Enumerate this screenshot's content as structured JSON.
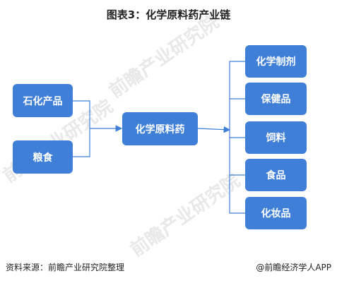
{
  "title": "图表3：化学原料药产业链",
  "upstream": [
    "石化产品",
    "粮食"
  ],
  "center": "化学原料药",
  "downstream": [
    "化学制剂",
    "保健品",
    "饲料",
    "食品",
    "化妆品"
  ],
  "watermark": "前瞻产业研究院",
  "footer": {
    "source": "资料来源：前瞻产业研究院整理",
    "brand": "@前瞻经济学人APP"
  },
  "colors": {
    "box": "#3f7fd8",
    "line": "#3f7fd8"
  }
}
